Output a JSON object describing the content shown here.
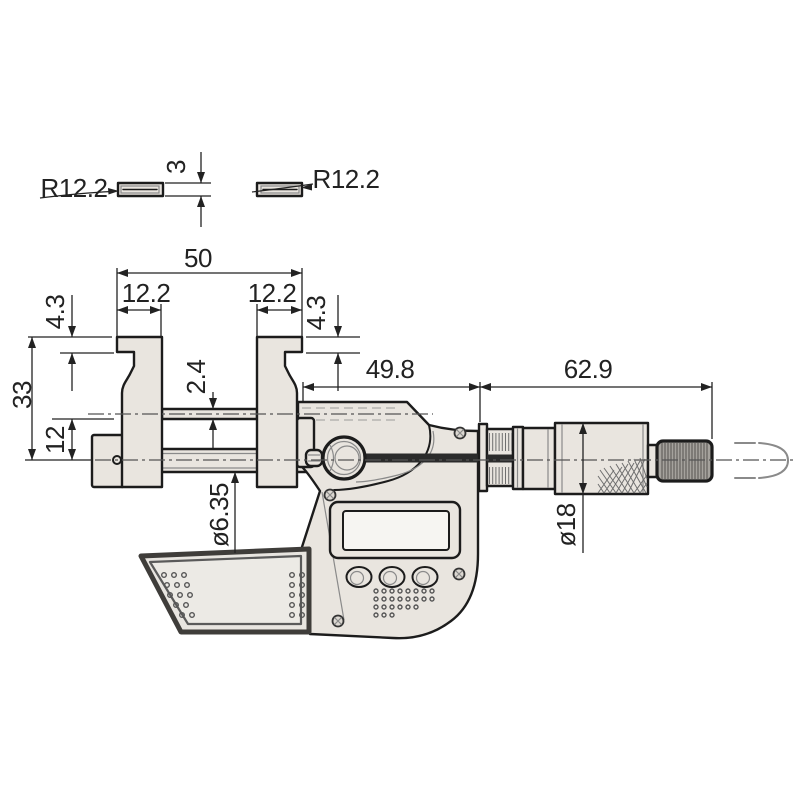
{
  "drawing": {
    "dims": {
      "tip_radius_left": "R12.2",
      "tip_radius_right": "R12.2",
      "tip_thickness": "3",
      "outer_span": "50",
      "tip_width_left": "12.2",
      "tip_width_right": "12.2",
      "tip_step_left": "4.3",
      "tip_step_right": "4.3",
      "jaw_height": "33",
      "axis_offset": "12",
      "pin_dia": "2.4",
      "body_length": "49.8",
      "barrel_length": "62.9",
      "spindle_dia": "ø6.35",
      "thimble_dia": "ø18"
    },
    "colors": {
      "line": "#1c1c1c",
      "fill": "#e9e5df",
      "dim": "#222222",
      "band": "#2b2b2b",
      "knob": "#a5a29d",
      "background": "#ffffff"
    }
  }
}
